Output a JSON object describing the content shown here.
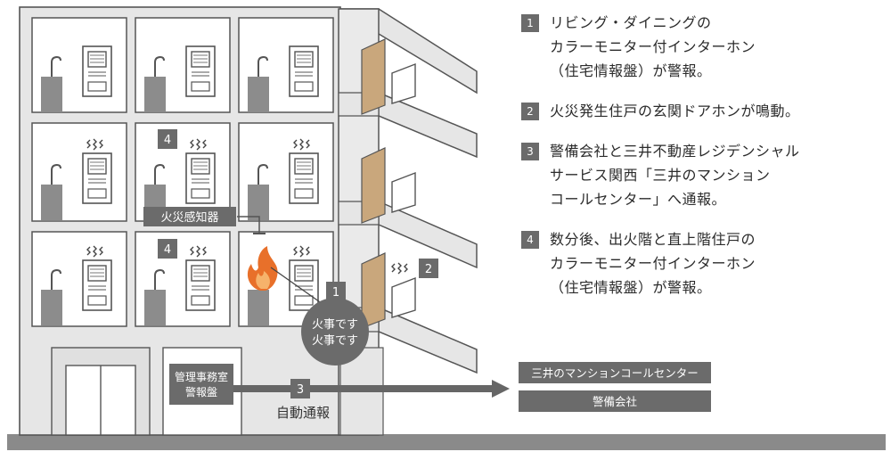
{
  "labels": {
    "fire_detector": "火災感知器",
    "fire_shout_1": "火事です",
    "fire_shout_2": "火事です",
    "mgmt_line_1": "管理事務室",
    "mgmt_line_2": "警報盤",
    "auto_report": "自動通報",
    "call_center": "三井のマンションコールセンター",
    "security_company": "警備会社"
  },
  "markers": {
    "one": "1",
    "two": "2",
    "three": "3",
    "four_upper": "4",
    "four_lower": "4"
  },
  "steps": [
    {
      "number": "1",
      "lines": [
        "リビング・ダイニングの",
        "カラーモニター付インターホン",
        "（住宅情報盤）が警報。"
      ]
    },
    {
      "number": "2",
      "lines": [
        "火災発生住戸の玄関ドアホンが鳴動。"
      ]
    },
    {
      "number": "3",
      "lines": [
        "警備会社と三井不動産レジデンシャル",
        "サービス関西「三井のマンション",
        "コールセンター」へ通報。"
      ]
    },
    {
      "number": "4",
      "lines": [
        "数分後、出火階と直上階住戸の",
        "カラーモニター付インターホン",
        "（住宅情報盤）が警報。"
      ]
    }
  ],
  "colors": {
    "building_fill": "#e6e6e6",
    "building_stroke": "#555555",
    "room_fill": "#ffffff",
    "marker": "#6b6b6b",
    "door": "#c9a77c",
    "flame": "#e8702a",
    "ground": "#8a8a8a"
  }
}
